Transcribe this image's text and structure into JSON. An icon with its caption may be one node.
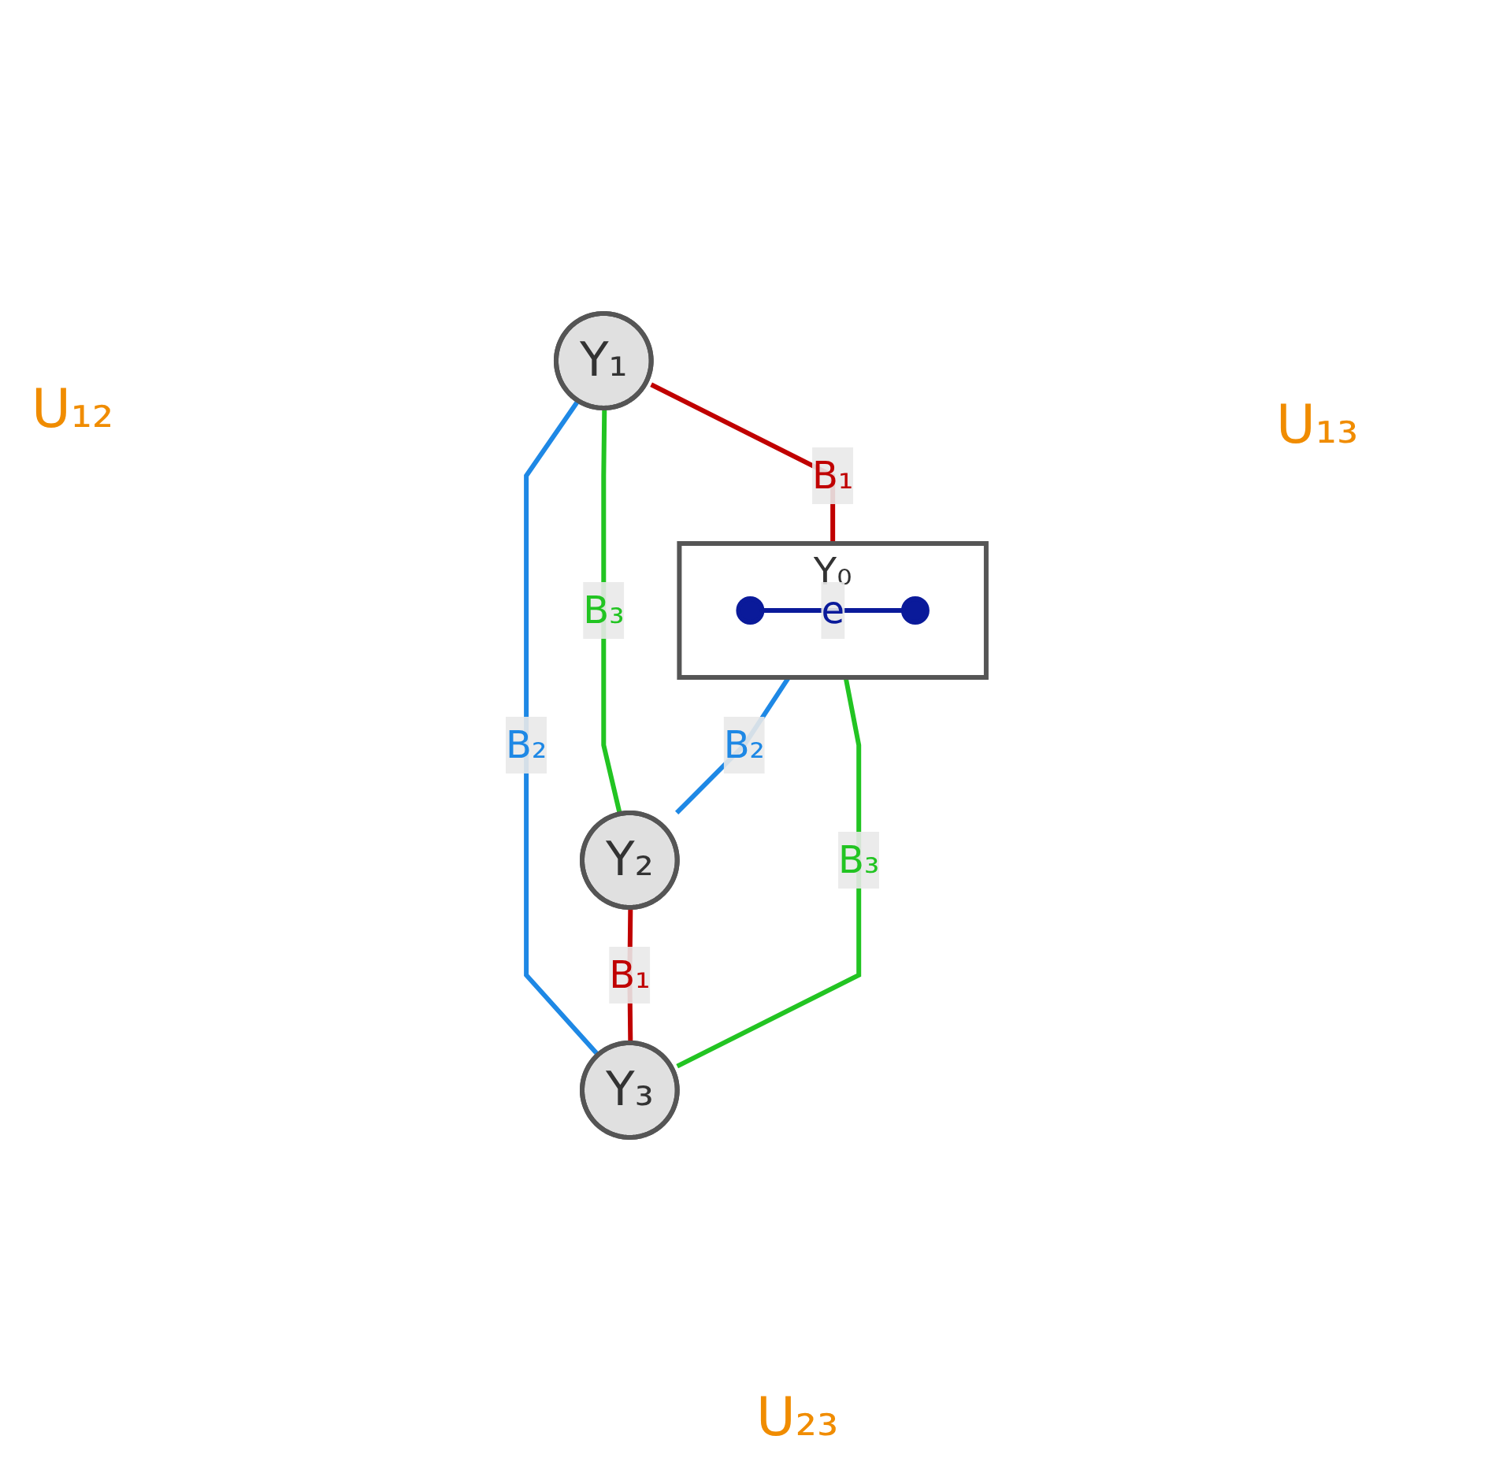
{
  "diagram": {
    "nodes": [
      {
        "text": [
          "Y₁"
        ]
      },
      {
        "text": [
          "Y₀"
        ]
      },
      {
        "text": [],
        "shape": "circle",
        "in": 1
      },
      {
        "text": [],
        "shape": "circle",
        "in": 1
      },
      {
        "text": [
          "Y₂"
        ]
      },
      {
        "text": [
          "Y₃"
        ]
      }
    ],
    "edges": [
      {
        "from": 0,
        "to": 1,
        "arrow": "none",
        "label": "B₁",
        "color": "#c00000"
      },
      {
        "from": 0,
        "to": 4,
        "arrow": "none",
        "label": "B₃",
        "color": "#22c422"
      },
      {
        "from": 0,
        "to": 5,
        "arrow": "none",
        "label": "B₂",
        "color": "#1e88e5"
      },
      {
        "from": 2,
        "to": 3,
        "arrow": "none",
        "label": "e",
        "color": "#0a1a9a"
      },
      {
        "from": 1,
        "to": 4,
        "arrow": "none",
        "label": "B₂",
        "color": "#1e88e5"
      },
      {
        "from": 1,
        "to": 5,
        "arrow": "none",
        "label": "B₃",
        "color": "#22c422"
      },
      {
        "from": 4,
        "to": 5,
        "arrow": "none",
        "label": "B₁",
        "color": "#c00000"
      }
    ],
    "labels": [
      "U₁₂",
      "U₁₃",
      "U₂₃"
    ]
  }
}
